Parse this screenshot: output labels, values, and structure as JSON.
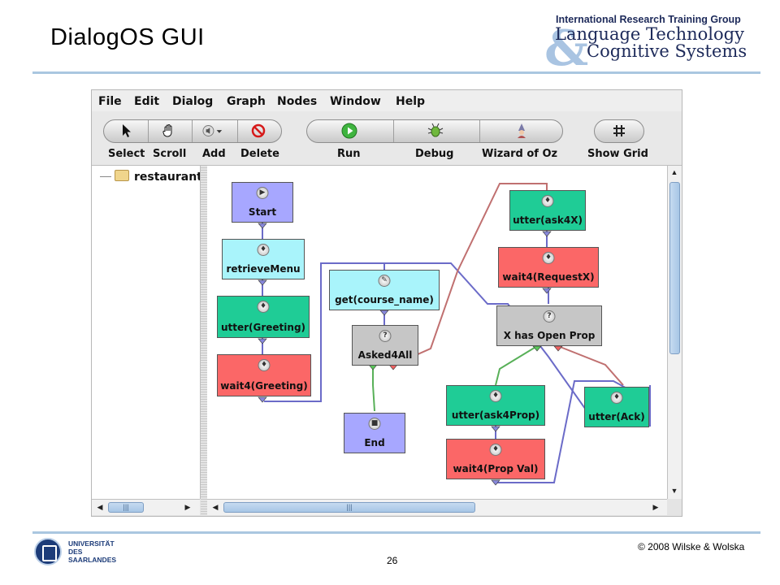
{
  "slide": {
    "title": "DialogOS  GUI",
    "logo": {
      "line1": "International Research Training Group",
      "line2": "Language Technology",
      "line3": "Cognitive Systems",
      "amp": "&"
    },
    "university": {
      "line1": "UNIVERSITÄT",
      "line2": "DES",
      "line3": "SAARLANDES"
    },
    "page_number": "26",
    "copyright": "© 2008 Wilske & Wolska",
    "colors": {
      "rule": "#aac7e0",
      "logo_text": "#1d2a5a",
      "logo_amp": "#a9c4e2"
    }
  },
  "app": {
    "menu": [
      "File",
      "Edit",
      "Dialog",
      "Graph",
      "Nodes",
      "Window",
      "Help"
    ],
    "toolbar": {
      "select_label": "Select",
      "scroll_label": "Scroll",
      "add_label": "Add",
      "delete_label": "Delete",
      "run_label": "Run",
      "debug_label": "Debug",
      "wizard_label": "Wizard of Oz",
      "grid_label": "Show Grid"
    },
    "tree": {
      "root_label": "restaurant"
    },
    "nodes": {
      "start": "Start",
      "retrieve_menu": "retrieveMenu",
      "utter_greeting": "utter(Greeting)",
      "wait_greeting": "wait4(Greeting)",
      "get_course": "get(course_name)",
      "asked4all": "Asked4All",
      "end": "End",
      "utter_ask4x": "utter(ask4X)",
      "wait_requestx": "wait4(RequestX)",
      "x_has_open_prop": "X has  Open Prop",
      "utter_ask4prop": "utter(ask4Prop)",
      "wait_propval": "wait4(Prop Val)",
      "utter_ack": "utter(Ack)"
    },
    "colors": {
      "start_end": "#a7a7ff",
      "cyan_node": "#a9f4fb",
      "utter_node": "#1fcc96",
      "wait_node": "#fb6767",
      "condition_node": "#c6c6c6",
      "edge_default": "#6b6bc8",
      "edge_green": "#58b058",
      "edge_red": "#c07070"
    }
  }
}
